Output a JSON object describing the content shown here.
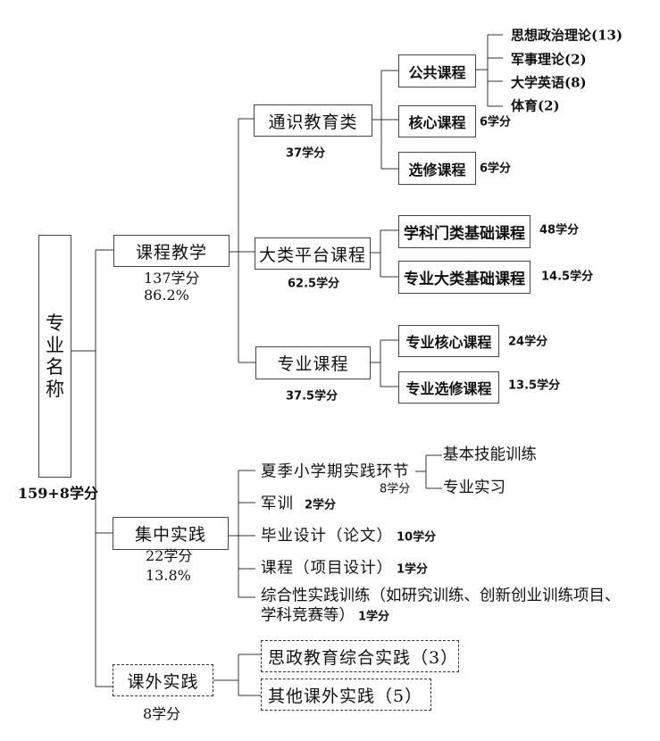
{
  "root": {
    "label_chars": [
      "专",
      "业",
      "名",
      "称"
    ],
    "credits": "159+8学分"
  },
  "course_teaching": {
    "label": "课程教学",
    "credits": "137学分",
    "percent": "86.2%",
    "general_education": {
      "label": "通识教育类",
      "credits": "37学分",
      "public_courses": {
        "label": "公共课程",
        "items": [
          "思想政治理论(13)",
          "军事理论(2)",
          "大学英语(8)",
          "体育(2)"
        ]
      },
      "core_courses": {
        "label": "核心课程",
        "credits": "6学分"
      },
      "elective_courses": {
        "label": "选修课程",
        "credits": "6学分"
      }
    },
    "platform": {
      "label": "大类平台课程",
      "credits": "62.5学分",
      "children": [
        {
          "label": "学科门类基础课程",
          "credits": "48学分"
        },
        {
          "label": "专业大类基础课程",
          "credits": "14.5学分"
        }
      ]
    },
    "major": {
      "label": "专业课程",
      "credits": "37.5学分",
      "children": [
        {
          "label": "专业核心课程",
          "credits": "24学分"
        },
        {
          "label": "专业选修课程",
          "credits": "13.5学分"
        }
      ]
    }
  },
  "practice": {
    "label": "集中实践",
    "credits": "22学分",
    "percent": "13.8%",
    "items": [
      {
        "label": "夏季小学期实践环节",
        "credits": "8学分",
        "sub": [
          "基本技能训练",
          "专业实习"
        ]
      },
      {
        "label": "军训",
        "credits": "2学分"
      },
      {
        "label": "毕业设计（论文）",
        "credits": "10学分"
      },
      {
        "label": "课程（项目设计）",
        "credits": "1学分"
      },
      {
        "label_line1": "综合性实践训练（如研究训练、创新创业训练项目、",
        "label_line2": "学科竞赛等）",
        "credits": "1学分"
      }
    ]
  },
  "extracurricular": {
    "label": "课外实践",
    "credits": "8学分",
    "items": [
      "思政教育综合实践（3）",
      "其他课外实践（5）"
    ]
  }
}
